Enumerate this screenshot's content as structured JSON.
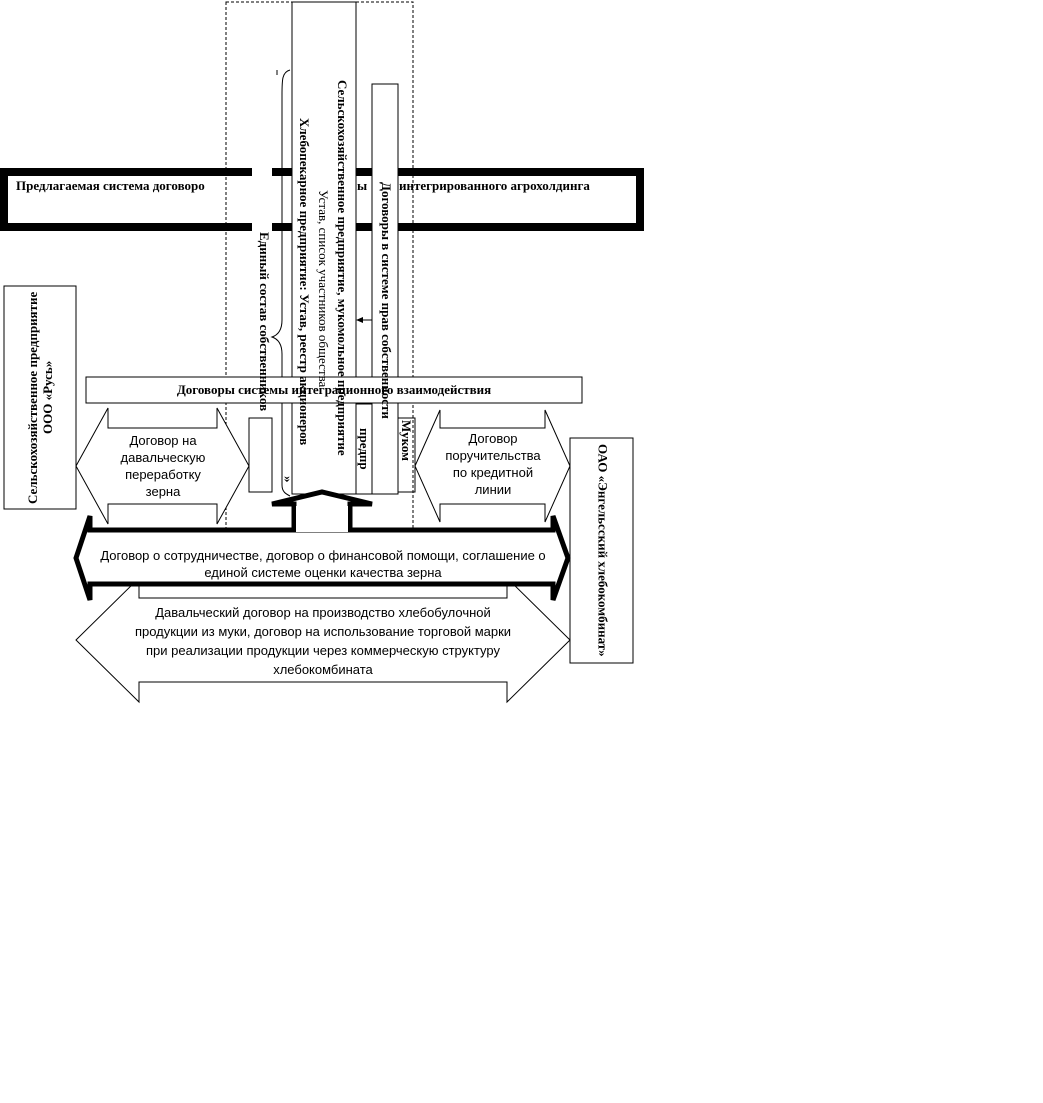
{
  "title": "Предлагаемая система договорообразования в рамках интегрированного агрохолдинга",
  "title_visible": "Предлагаемая система договоро",
  "title_visible_end": "интегрированного агрохолдинга",
  "title_fragment": "ы",
  "left_company": "Сельскохозяйственное предприятие ООО «Русь»",
  "right_company": "ОАО «Энгельсский хлебокомбинат»",
  "integration_header": "Договоры системы интеграционного взаимодействия",
  "left_arrow_text": "Договор на давальческую переработку зерна",
  "right_arrow_text": "Договор поручительства по кредитной линии",
  "bold_arrow_text": "Договор о сотрудничестве, договор о финансовой помощи, соглашение о единой системе оценки качества зерна",
  "bottom_arrow_text": "Давальческий договор на производство хлебобулочной продукции из муки, договор на использование торговой марки при реализации продукции через коммерческую структуру хлебокомбината",
  "vertical": {
    "owners": "Единый состав собственников",
    "owners_line2": "»",
    "members_heading": "Сельскохозяйственное предприятие, мукомольное предприятие",
    "members_body": "Устав, список участников общества",
    "bakery": "Хлебопекарное предприятие: Устав, реестр акционеров",
    "property_rights": "Договоры в системе прав собственности",
    "flour_fragment": "Муком",
    "enterprise_fragment": "предпр"
  }
}
